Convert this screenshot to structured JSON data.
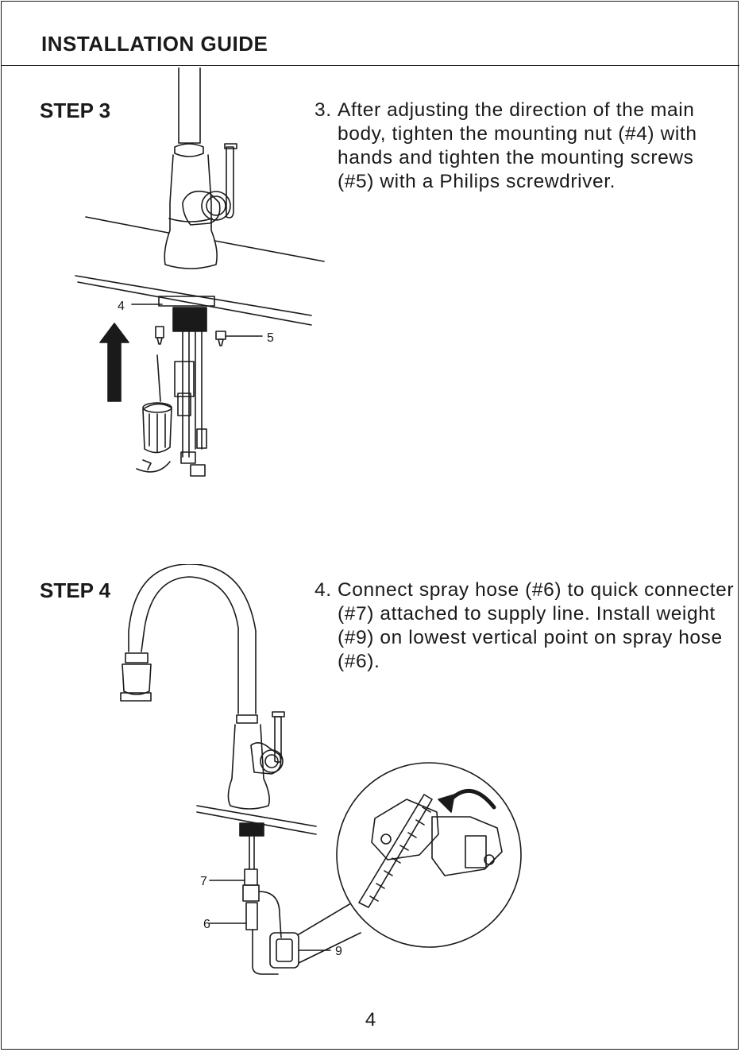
{
  "header": {
    "title": "INSTALLATION GUIDE"
  },
  "steps": [
    {
      "label": "STEP 3",
      "number": "3.",
      "text": "After adjusting the direction of the main body, tighten the mounting nut (#4) with hands and tighten the mounting screws (#5) with a Philips screwdriver.",
      "callouts": [
        "4",
        "5"
      ]
    },
    {
      "label": "STEP 4",
      "number": "4.",
      "text": "Connect spray hose (#6) to quick connecter (#7) attached to supply line. Install weight (#9) on lowest vertical point on spray hose (#6).",
      "callouts": [
        "7",
        "6",
        "9"
      ]
    }
  ],
  "footer": {
    "page_number": "4"
  }
}
